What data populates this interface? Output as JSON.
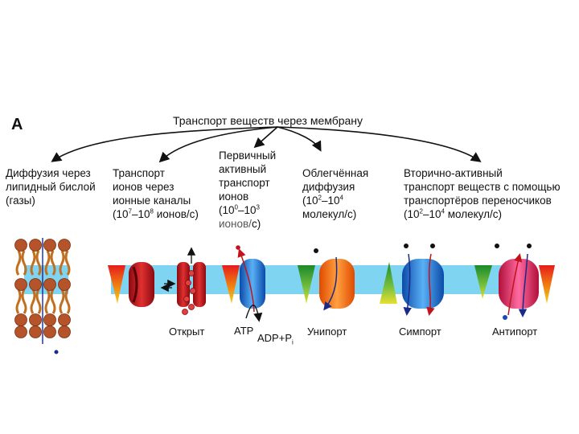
{
  "panel_letter": "A",
  "title": "Транспорт веществ через мембрану",
  "categories": [
    {
      "lines": [
        "Диффузия через",
        "липидный бислой",
        "(газы)"
      ]
    },
    {
      "lines": [
        "Транспорт",
        "ионов через",
        "ионные каналы"
      ],
      "rate_prefix": "(10",
      "rate_exp1": "7",
      "rate_mid": "–10",
      "rate_exp2": "8",
      "rate_suffix": " ионов/с)"
    },
    {
      "lines": [
        "Первичный",
        "активный",
        "транспорт",
        "ионов"
      ],
      "rate_prefix": "(10",
      "rate_exp1": "0",
      "rate_mid": "–10",
      "rate_exp2": "3",
      "last_line_gray": "ионов/",
      "last_line_black": "с)"
    },
    {
      "lines": [
        "Облегчённая",
        "диффузия"
      ],
      "rate_prefix": "(10",
      "rate_exp1": "2",
      "rate_mid": "–10",
      "rate_exp2": "4",
      "last_line": "молекул/с)"
    },
    {
      "lines": [
        "Вторично-активный",
        "транспорт веществ с помощью",
        "транспортёров переносчиков"
      ],
      "rate_prefix": "(10",
      "rate_exp1": "2",
      "rate_mid": "–10",
      "rate_exp2": "4",
      "rate_suffix": " молекул/с)"
    }
  ],
  "labels": {
    "open": "Открыт",
    "atp": "ATP",
    "adp": "ADP+P",
    "adp_sub": "i",
    "uniport": "Унипорт",
    "symport": "Симпорт",
    "antiport": "Антипорт"
  },
  "colors": {
    "lipid_head": "#b5542a",
    "lipid_tail": "#c07020",
    "membrane": "#7fd4f2",
    "channel": "#c0141a",
    "pump_blue": "#1f7ad8",
    "uniporter_orange": "#f06a10",
    "antiporter_magenta": "#d4145a",
    "gradient_red": "#e5202a",
    "gradient_green": "#2a9a30"
  }
}
